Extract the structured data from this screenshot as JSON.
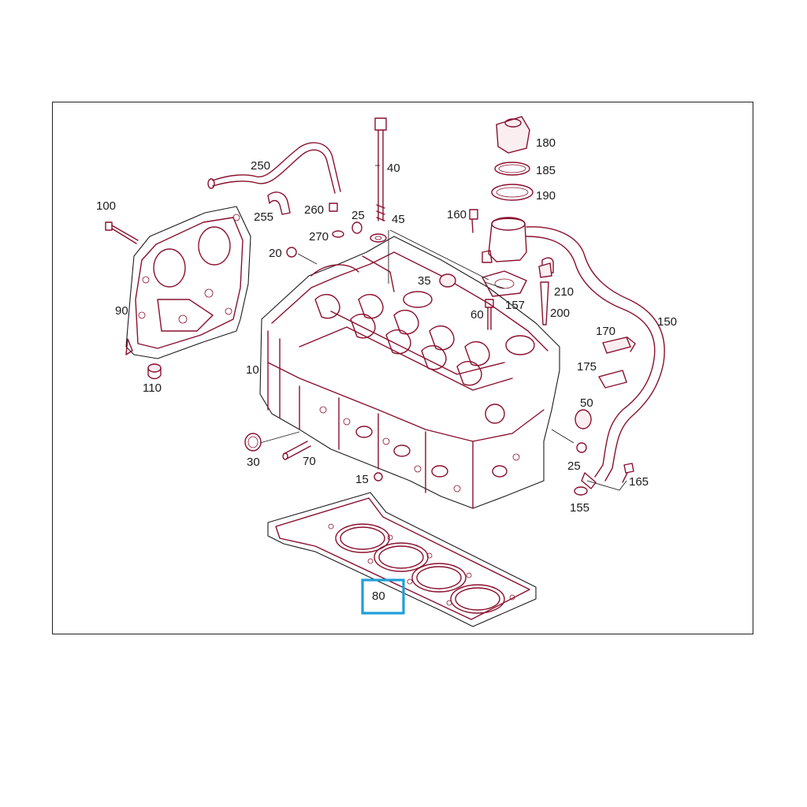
{
  "diagram": {
    "callouts": [
      "180",
      "185",
      "190",
      "160",
      "40",
      "250",
      "255",
      "260",
      "25",
      "45",
      "270",
      "100",
      "20",
      "35",
      "210",
      "157",
      "150",
      "90",
      "60",
      "200",
      "170",
      "10",
      "175",
      "110",
      "50",
      "30",
      "70",
      "25",
      "15",
      "165",
      "155",
      "80"
    ],
    "highlighted_callout": "80",
    "colors": {
      "parts": "#8a0f2e",
      "highlight": "#1f9fd8",
      "frame": "#222222"
    }
  }
}
